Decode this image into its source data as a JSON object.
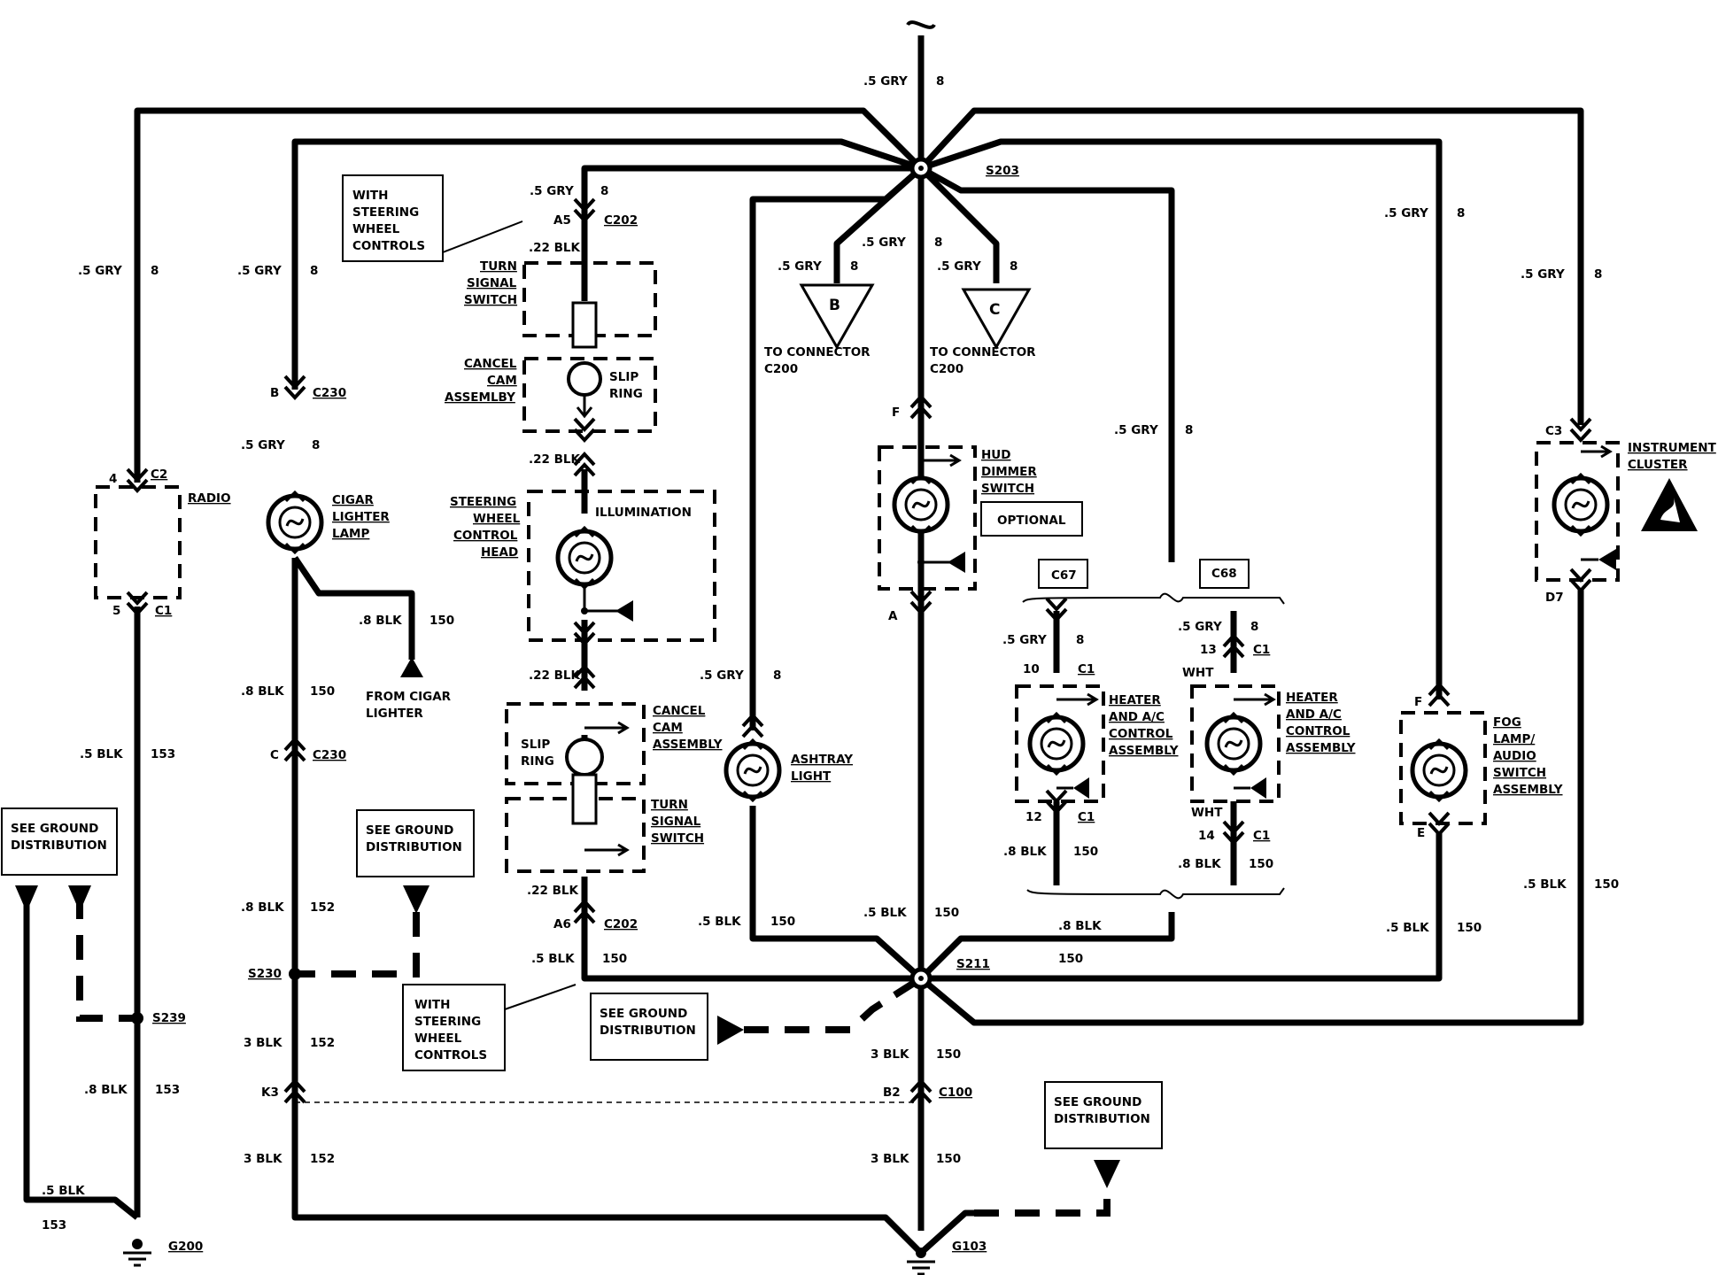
{
  "labels": {
    "top_gry": ".5 GRY",
    "top_8": "8",
    "s203": "S203",
    "s211": "S211",
    "s230": "S230",
    "s239": "S239",
    "g200": "G200",
    "g103": "G103",
    "radio": {
      "gry": ".5 GRY",
      "num": "8",
      "pin4": "4",
      "c2": "C2",
      "name": "RADIO",
      "pin5": "5",
      "c1": "C1",
      "blk": ".5 BLK",
      "c153": "153"
    },
    "cigar": {
      "gry": ".5 GRY",
      "num": "8",
      "pinb": "B",
      "c230": "C230",
      "gry2": ".5 GRY",
      "num2": "8",
      "name": [
        "CIGAR",
        "LIGHTER",
        "LAMP"
      ],
      "blk8": ".8 BLK",
      "c150": "150",
      "from": [
        "FROM CIGAR",
        "LIGHTER"
      ],
      "blk8b": ".8 BLK",
      "c150b": "150",
      "pinc": "C",
      "c230b": "C230",
      "blk8c": ".8 BLK",
      "c152": "152",
      "blk3": "3 BLK",
      "c152b": "152",
      "pink3": "K3",
      "blk3b": "3 BLK",
      "c152c": "152"
    },
    "steering": {
      "with_top": [
        "WITH",
        "STEERING",
        "WHEEL",
        "CONTROLS"
      ],
      "gry": ".5 GRY",
      "num": "8",
      "pina5": "A5",
      "c202": "C202",
      "blk22": ".22 BLK",
      "turn_top": [
        "TURN",
        "SIGNAL",
        "SWITCH"
      ],
      "cancel_top": [
        "CANCEL",
        "CAM",
        "ASSEMLBY"
      ],
      "slip_top": [
        "SLIP",
        "RING"
      ],
      "blk22b": ".22 BLK",
      "head": [
        "STEERING",
        "WHEEL",
        "CONTROL",
        "HEAD"
      ],
      "illum": "ILLUMINATION",
      "blk22c": ".22 BLK",
      "slip_bot": [
        "SLIP",
        "RING"
      ],
      "cancel_bot": [
        "CANCEL",
        "CAM",
        "ASSEMBLY"
      ],
      "turn_bot": [
        "TURN",
        "SIGNAL",
        "SWITCH"
      ],
      "blk22d": ".22 BLK",
      "pina6": "A6",
      "c202b": "C202",
      "blk5": ".5 BLK",
      "c150": "150",
      "with_bot": [
        "WITH",
        "STEERING",
        "WHEEL",
        "CONTROLS"
      ]
    },
    "ground_dist": [
      "SEE GROUND",
      "DISTRIBUTION"
    ],
    "conn_b": {
      "gry": ".5 GRY",
      "num": "8",
      "letter": "B",
      "to": [
        "TO CONNECTOR",
        "C200"
      ]
    },
    "conn_c": {
      "gry": ".5 GRY",
      "num": "8",
      "letter": "C",
      "to": [
        "TO CONNECTOR",
        "C200"
      ]
    },
    "mid": {
      "gry": ".5 GRY",
      "num": "8"
    },
    "hud": {
      "pinf": "F",
      "name": [
        "HUD",
        "DIMMER",
        "SWITCH"
      ],
      "optional": "OPTIONAL",
      "pina": "A",
      "blk5": ".5 BLK",
      "c150": "150"
    },
    "ashtray": {
      "gry": ".5 GRY",
      "num": "8",
      "name": [
        "ASHTRAY",
        "LIGHT"
      ],
      "blk5": ".5 BLK",
      "c150": "150"
    },
    "trunk": {
      "blk3": "3 BLK",
      "c150": "150",
      "pinb2": "B2",
      "c100": "C100",
      "blk3b": "3 BLK",
      "c150b": "150"
    },
    "c67": {
      "tag": "C67",
      "gry": ".5 GRY",
      "num": "8",
      "pin10": "10",
      "c1": "C1",
      "name": [
        "HEATER",
        "AND A/C",
        "CONTROL",
        "ASSEMBLY"
      ],
      "pin12": "12",
      "c1b": "C1",
      "blk8": ".8 BLK",
      "c150": "150"
    },
    "c68": {
      "tag": "C68",
      "gry": ".5 GRY",
      "num": "8",
      "pin13": "13",
      "c1": "C1",
      "wht": "WHT",
      "name": [
        "HEATER",
        "AND A/C",
        "CONTROL",
        "ASSEMBLY"
      ],
      "wht2": "WHT",
      "pin14": "14",
      "c1b": "C1",
      "blk8": ".8 BLK",
      "c150": "150"
    },
    "heater_feed": {
      "gry": ".5 GRY",
      "num": "8",
      "blk8": ".8 BLK",
      "c150": "150"
    },
    "fog": {
      "gry": ".5 GRY",
      "num": "8",
      "pinf": "F",
      "name": [
        "FOG",
        "LAMP/",
        "AUDIO",
        "SWITCH",
        "ASSEMBLY"
      ],
      "pine": "E",
      "blk5": ".5 BLK",
      "c150": "150"
    },
    "cluster": {
      "gry": ".5 GRY",
      "num": "8",
      "pinc3": "C3",
      "name": [
        "INSTRUMENT",
        "CLUSTER"
      ],
      "pind7": "D7",
      "blk5": ".5 BLK",
      "c150": "150"
    },
    "left_gnd": {
      "blk5": ".5 BLK",
      "c153": "153",
      "blk8": ".8 BLK",
      "c153b": "153"
    }
  }
}
